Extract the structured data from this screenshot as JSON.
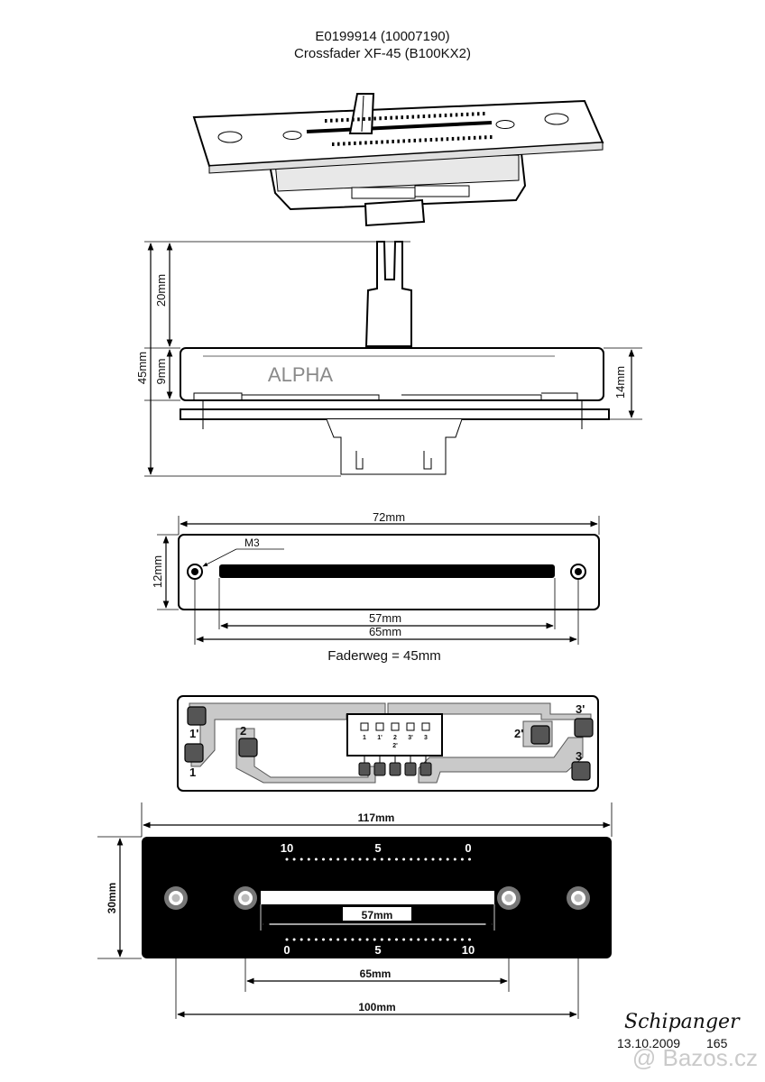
{
  "header": {
    "part_number": "E0199914 (10007190)",
    "part_name": "Crossfader XF-45 (B100KX2)"
  },
  "side_view": {
    "overall_height": "45mm",
    "knob_height": "20mm",
    "body_height": "9mm",
    "right_height": "14mm",
    "brand": "ALPHA"
  },
  "top_view": {
    "width": "72mm",
    "height": "12mm",
    "screw": "M3",
    "slot_length": "57mm",
    "hole_spacing": "65mm",
    "travel": "Faderweg = 45mm"
  },
  "pcb_view": {
    "pin_labels": [
      "1'",
      "1",
      "2",
      "2'",
      "3'",
      "3"
    ],
    "connector_pins": [
      "1",
      "1'",
      "2",
      "3'",
      "3"
    ],
    "connector_sub_label": "2'"
  },
  "faceplate": {
    "width": "117mm",
    "height": "30mm",
    "slot_length": "57mm",
    "inner_holes": "65mm",
    "outer_holes": "100mm",
    "scale_top": [
      "10",
      "5",
      "0"
    ],
    "scale_bottom": [
      "0",
      "5",
      "10"
    ]
  },
  "signature": {
    "name": "Schipanger",
    "date": "13.10.2009",
    "number": "165"
  },
  "watermark": "@ Bazos.cz"
}
